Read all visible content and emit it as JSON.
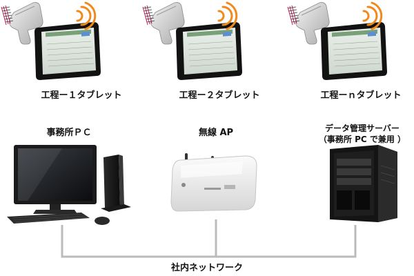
{
  "tablets": [
    {
      "label": "工程ー１タブレット"
    },
    {
      "label": "工程ー２タブレット"
    },
    {
      "label": "工程ーｎタブレット"
    }
  ],
  "office_pc": {
    "label": "事務所ＰＣ"
  },
  "wireless_ap": {
    "label": "無線 AP"
  },
  "server": {
    "label_line1": "データ管理サーバー",
    "label_line2": "（事務所 PC で兼用 ）"
  },
  "network": {
    "label": "社内ネットワーク"
  },
  "colors": {
    "wifi": "#f08a1c",
    "line": "#bbbbbb",
    "scanner": "#cfcfcf",
    "device_dark": "#1a1a1a"
  }
}
